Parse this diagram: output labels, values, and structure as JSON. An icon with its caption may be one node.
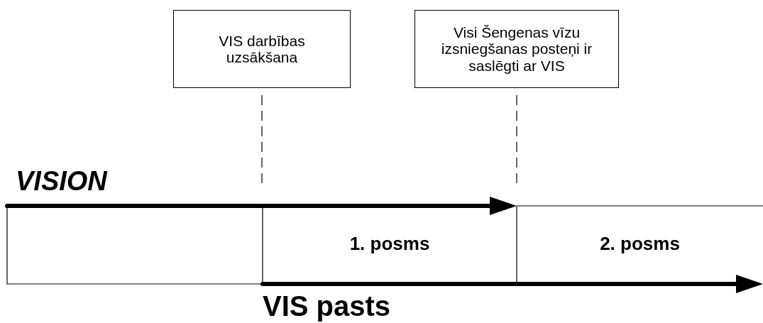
{
  "diagram": {
    "nodes": [
      {
        "text": [
          "VIS darbības uzsākšana"
        ]
      },
      {
        "text": [
          "Visi Šengenas vīzu izsniegšanas posteņi ir saslēgti ar VIS"
        ]
      }
    ],
    "edges": [
      {
        "from": 0,
        "to": null,
        "arrow": "none",
        "style": "dashed"
      },
      {
        "from": 1,
        "to": null,
        "arrow": "none",
        "style": "dashed"
      }
    ],
    "labels": [
      "VISION",
      "1. posms",
      "2. posms",
      "VIS pasts"
    ]
  }
}
